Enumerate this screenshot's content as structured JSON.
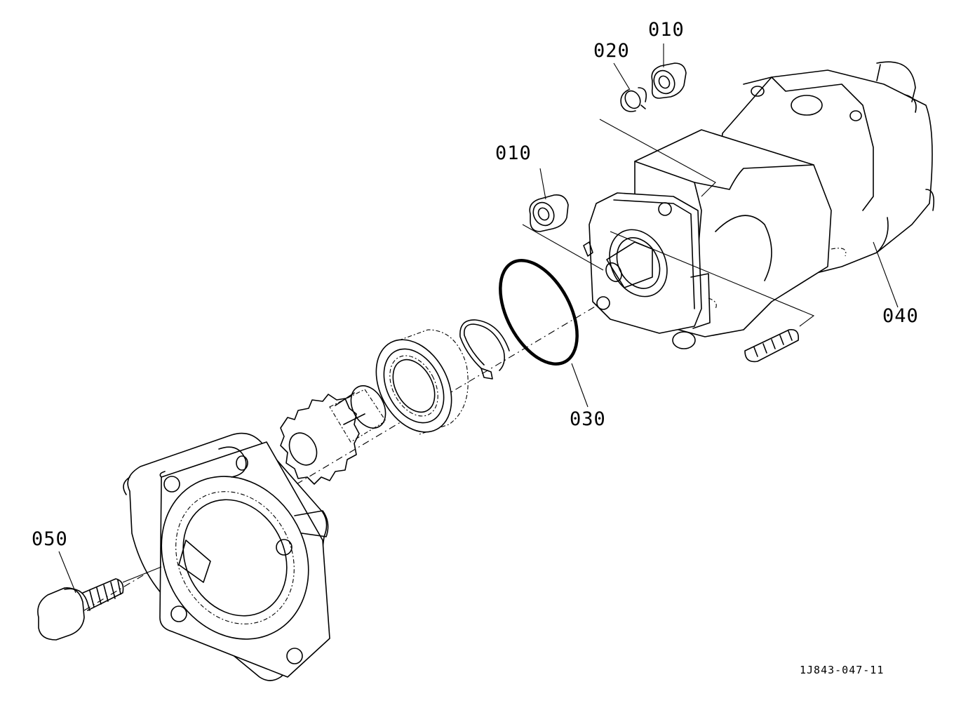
{
  "parts": [
    {
      "id": "p010a",
      "label": "010"
    },
    {
      "id": "p020",
      "label": "020"
    },
    {
      "id": "p010b",
      "label": "010"
    },
    {
      "id": "p040",
      "label": "040"
    },
    {
      "id": "p030",
      "label": "030"
    },
    {
      "id": "p050",
      "label": "050"
    }
  ],
  "drawing_ref": "1J843-047-11"
}
